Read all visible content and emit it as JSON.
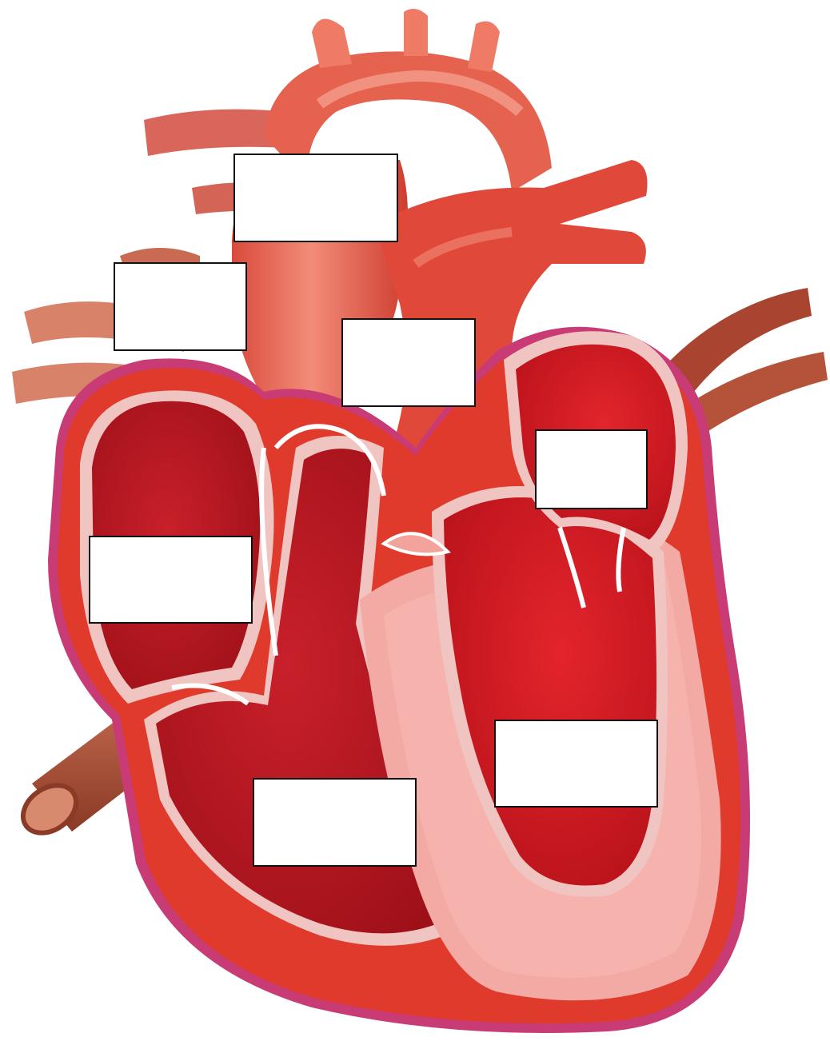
{
  "title": "",
  "colors": {
    "myocardium": "#d93a2c",
    "chamber_dark": "#b5141d",
    "chamber_light": "#d8202a",
    "wall_muscle": "#f0a3a0",
    "vessel": "#e2604e",
    "vein": "#b0563c",
    "outer_edge": "#c83b74"
  },
  "labels": [
    {
      "id": "aorta-top",
      "text": ""
    },
    {
      "id": "upper-left",
      "text": ""
    },
    {
      "id": "pulmonary",
      "text": ""
    },
    {
      "id": "left-atrium",
      "text": ""
    },
    {
      "id": "right-atrium",
      "text": ""
    },
    {
      "id": "left-ventricle",
      "text": ""
    },
    {
      "id": "right-ventricle",
      "text": ""
    }
  ]
}
